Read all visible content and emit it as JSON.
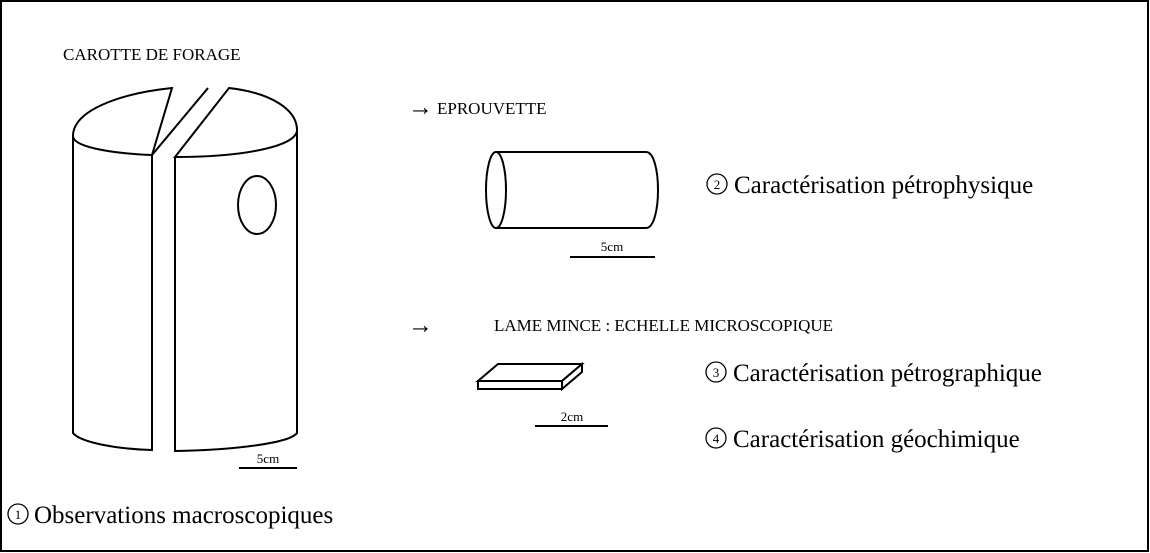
{
  "core": {
    "title": "CAROTTE DE FORAGE",
    "scale_label": "5cm",
    "step_number": "1",
    "step_label": "Observations macroscopiques"
  },
  "specimen": {
    "arrow": "→",
    "title": "EPROUVETTE",
    "scale_label": "5cm",
    "step_number": "2",
    "step_label": "Caractérisation pétrophysique"
  },
  "thin_section": {
    "arrow": "→",
    "title": "LAME MINCE : ECHELLE MICROSCOPIQUE",
    "scale_label": "2cm",
    "step3_number": "3",
    "step3_label": "Caractérisation pétrographique",
    "step4_number": "4",
    "step4_label": "Caractérisation géochimique"
  }
}
